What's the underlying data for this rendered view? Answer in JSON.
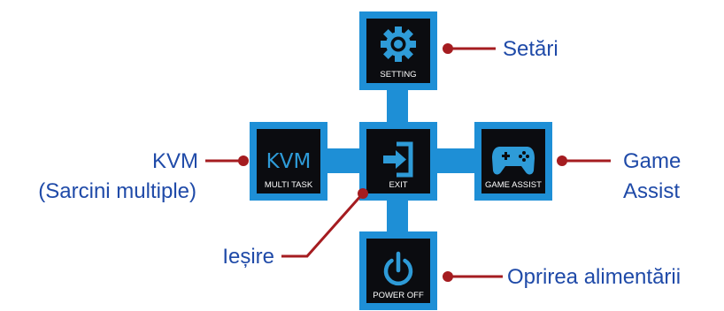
{
  "colors": {
    "frame": "#1e8fd6",
    "tile": "#0b0c10",
    "icon": "#2e9bd8",
    "label": "#ffffff",
    "leader": "#a51c20",
    "callout_text": "#1f4aa8"
  },
  "tiles": {
    "setting": {
      "icon": "gear-icon",
      "label": "SETTING"
    },
    "multitask": {
      "icon_text": "KVM",
      "label": "MULTI TASK"
    },
    "exit": {
      "icon": "exit-icon",
      "label": "EXIT"
    },
    "game_assist": {
      "icon": "gamepad-icon",
      "label": "GAME ASSIST"
    },
    "power_off": {
      "icon": "power-icon",
      "label": "POWER OFF"
    }
  },
  "callouts": {
    "setari": "Setări",
    "kvm_line1": "KVM",
    "kvm_line2": "(Sarcini multiple)",
    "game_line1": "Game",
    "game_line2": "Assist",
    "iesire": "Ieșire",
    "oprirea": "Oprirea alimentării"
  }
}
